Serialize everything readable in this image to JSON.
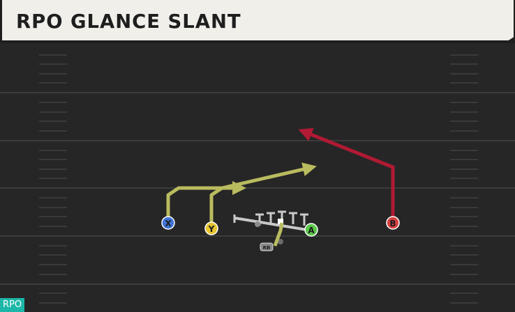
{
  "title": "RPO GLANCE SLANT",
  "tag": "RPO",
  "colors": {
    "field": "#262626",
    "field_lines": "#3a3a3a",
    "route_yellow": "#b9bb5f",
    "route_red": "#b01a34",
    "line_gray": "#c9c9c9"
  },
  "players": {
    "X": {
      "label": "X",
      "color": "#3f74d6"
    },
    "Y": {
      "label": "Y",
      "color": "#e6c531"
    },
    "A": {
      "label": "A",
      "color": "#5bc84a"
    },
    "B": {
      "label": "B",
      "color": "#d64141"
    },
    "RB": {
      "label": "RB",
      "color": "#8a8a8a"
    }
  }
}
